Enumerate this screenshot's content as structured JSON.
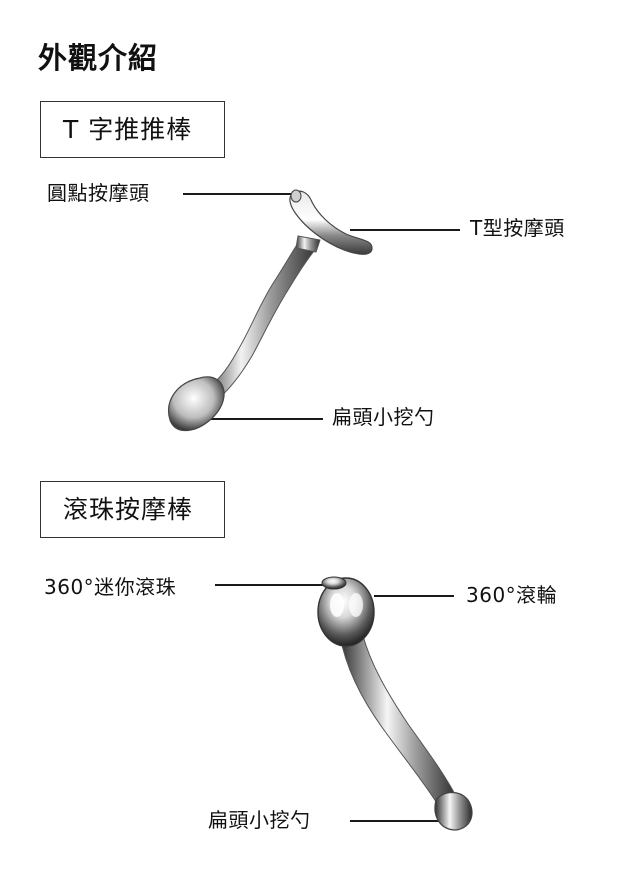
{
  "page": {
    "title": "外觀介紹"
  },
  "sections": [
    {
      "title": "T 字推推棒",
      "labels": {
        "left_top": "圓點按摩頭",
        "right_top": "T型按摩頭",
        "bottom": "扁頭小挖勺"
      }
    },
    {
      "title": "滾珠按摩棒",
      "labels": {
        "left_top": "360°迷你滾珠",
        "right_top": "360°滾輪",
        "bottom": "扁頭小挖勺"
      }
    }
  ],
  "colors": {
    "text": "#111111",
    "border": "#333333",
    "metal_light": "#f2f2f2",
    "metal_dark": "#3a3a3a"
  }
}
